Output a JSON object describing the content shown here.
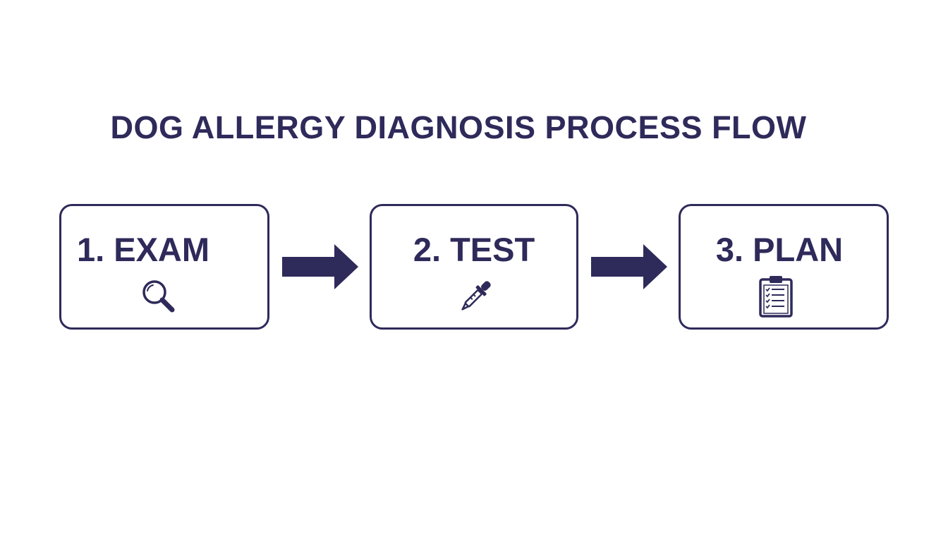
{
  "title": "DOG ALLERGY DIAGNOSIS PROCESS FLOW",
  "colors": {
    "primary": "#2e2a5a",
    "background": "#ffffff"
  },
  "steps": [
    {
      "label": "1. EXAM",
      "icon": "magnifying-glass-icon"
    },
    {
      "label": "2. TEST",
      "icon": "dropper-icon"
    },
    {
      "label": "3. PLAN",
      "icon": "clipboard-checklist-icon"
    }
  ],
  "connectors": [
    {
      "from": "1. EXAM",
      "to": "2. TEST",
      "icon": "right-arrow-icon"
    },
    {
      "from": "2. TEST",
      "to": "3. PLAN",
      "icon": "right-arrow-icon"
    }
  ]
}
